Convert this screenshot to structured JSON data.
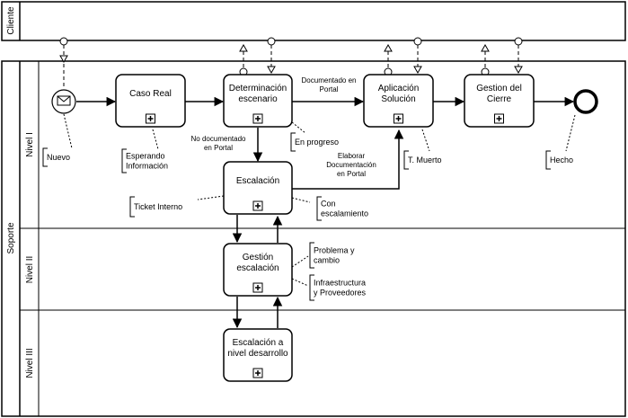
{
  "pools": {
    "cliente": "Cliente",
    "soporte": "Soporte"
  },
  "lanes": {
    "nivel1": "Nivel I",
    "nivel2": "Nivel II",
    "nivel3": "Nivel III"
  },
  "tasks": {
    "caso_real": [
      "Caso Real"
    ],
    "determinacion": [
      "Determinación",
      "escenario"
    ],
    "aplicacion": [
      "Aplicación",
      "Solución"
    ],
    "gestion_cierre": [
      "Gestion del",
      "Cierre"
    ],
    "escalacion": [
      "Escalación"
    ],
    "gestion_escalacion": [
      "Gestión",
      "escalación"
    ],
    "escalacion_desarrollo": [
      "Escalación a",
      "nivel desarrollo"
    ]
  },
  "flow_labels": {
    "documentado": [
      "Documentado en",
      "Portal"
    ],
    "no_documentado": [
      "No documentado",
      "en Portal"
    ],
    "elaborar": [
      "Elaborar",
      "Documentación",
      "en Portal"
    ]
  },
  "annotations": {
    "nuevo": [
      "Nuevo"
    ],
    "esperando": [
      "Esperando",
      "Información"
    ],
    "en_progreso": [
      "En progreso"
    ],
    "t_muerto": [
      "T. Muerto"
    ],
    "hecho": [
      "Hecho"
    ],
    "ticket_interno": [
      "Ticket Interno"
    ],
    "con_escalamiento": [
      "Con",
      "escalamiento"
    ],
    "problema": [
      "Problema y",
      "cambio"
    ],
    "infraestructura": [
      "Infraestructura",
      "y Proveedores"
    ]
  }
}
